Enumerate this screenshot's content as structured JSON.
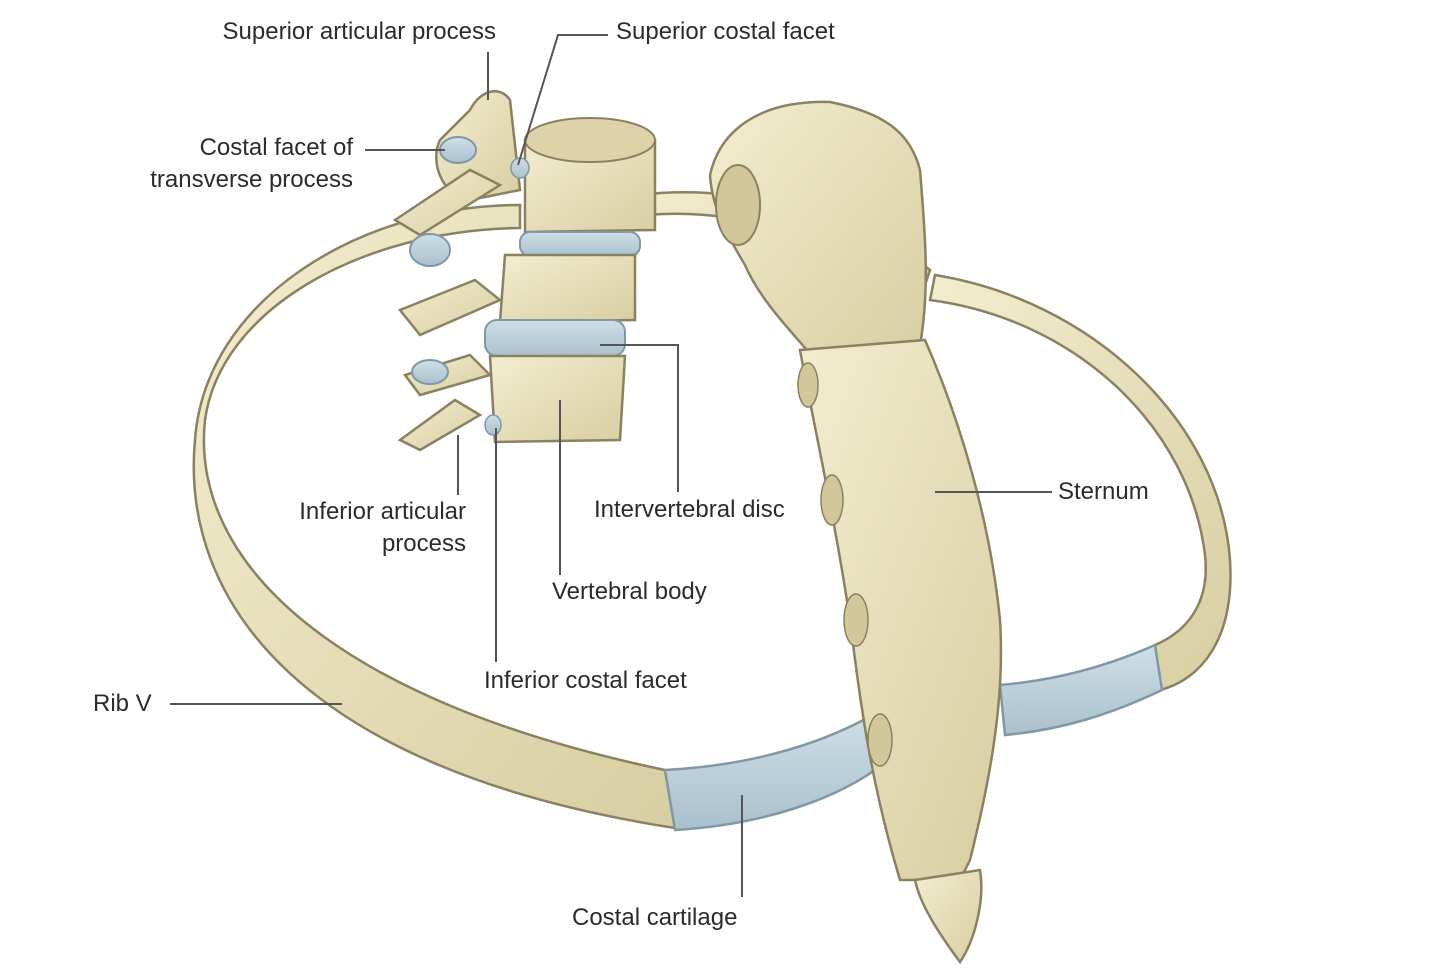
{
  "labels": {
    "superior_articular_process": "Superior articular process",
    "superior_costal_facet": "Superior costal facet",
    "costal_facet_transverse_line1": "Costal facet of",
    "costal_facet_transverse_line2": "transverse process",
    "inferior_articular_process_line1": "Inferior articular",
    "inferior_articular_process_line2": "process",
    "intervertebral_disc": "Intervertebral disc",
    "vertebral_body": "Vertebral body",
    "inferior_costal_facet": "Inferior costal facet",
    "sternum": "Sternum",
    "rib_v": "Rib V",
    "costal_cartilage": "Costal cartilage"
  },
  "colors": {
    "bone": "#e9e2bf",
    "bone_shadow": "#c9bf93",
    "bone_outline": "#8a8160",
    "cartilage": "#b9cfd9",
    "cartilage_outline": "#7f98a4",
    "leader_line": "#555555"
  }
}
